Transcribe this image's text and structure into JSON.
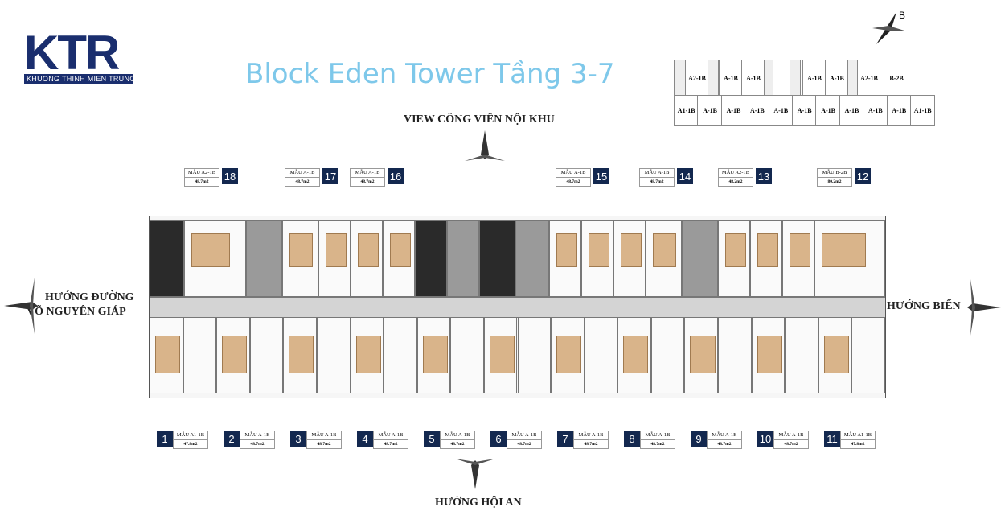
{
  "logo": {
    "text": "KTR",
    "subtitle": "KHUONG THINH MIEN TRUNG"
  },
  "title": "Block Eden Tower Tầng 3-7",
  "compass": {
    "label": "B"
  },
  "directions": {
    "top": "VIEW CÔNG VIÊN NỘI KHU",
    "left_line1": "HƯỚNG ĐƯỜNG",
    "left_line2": "VÕ NGUYÊN GIÁP",
    "right": "HƯỚNG BIỂN",
    "bottom": "HƯỚNG HỘI AN"
  },
  "key_plan": {
    "top_row": [
      "A2-1B",
      "A-1B",
      "A-1B",
      "A-1B",
      "A-1B",
      "A2-1B",
      "B-2B"
    ],
    "bottom_row": [
      "A1-1B",
      "A-1B",
      "A-1B",
      "A-1B",
      "A-1B",
      "A-1B",
      "A-1B",
      "A-1B",
      "A-1B",
      "A-1B",
      "A1-1B"
    ]
  },
  "units_top": [
    {
      "num": "18",
      "type": "MẪU A2-1B",
      "area": "48.7m2"
    },
    {
      "num": "17",
      "type": "MẪU A-1B",
      "area": "48.7m2"
    },
    {
      "num": "16",
      "type": "MẪU A-1B",
      "area": "48.7m2"
    },
    {
      "num": "15",
      "type": "MẪU A-1B",
      "area": "48.7m2"
    },
    {
      "num": "14",
      "type": "MẪU A-1B",
      "area": "48.7m2"
    },
    {
      "num": "13",
      "type": "MẪU A2-1B",
      "area": "48.2m2"
    },
    {
      "num": "12",
      "type": "MẪU B-2B",
      "area": "80.2m2"
    }
  ],
  "units_bottom": [
    {
      "num": "1",
      "type": "MẪU A1-1B",
      "area": "47.8m2"
    },
    {
      "num": "2",
      "type": "MẪU A-1B",
      "area": "48.7m2"
    },
    {
      "num": "3",
      "type": "MẪU A-1B",
      "area": "48.7m2"
    },
    {
      "num": "4",
      "type": "MẪU A-1B",
      "area": "48.7m2"
    },
    {
      "num": "5",
      "type": "MẪU A-1B",
      "area": "48.7m2"
    },
    {
      "num": "6",
      "type": "MẪU A-1B",
      "area": "48.7m2"
    },
    {
      "num": "7",
      "type": "MẪU A-1B",
      "area": "48.7m2"
    },
    {
      "num": "8",
      "type": "MẪU A-1B",
      "area": "48.7m2"
    },
    {
      "num": "9",
      "type": "MẪU A-1B",
      "area": "48.7m2"
    },
    {
      "num": "10",
      "type": "MẪU A-1B",
      "area": "48.7m2"
    },
    {
      "num": "11",
      "type": "MẪU A1-1B",
      "area": "47.8m2"
    }
  ],
  "colors": {
    "brand": "#1a2e6e",
    "title": "#7ec8ea",
    "badge": "#13284f",
    "bedroom": "#d9b48a"
  }
}
